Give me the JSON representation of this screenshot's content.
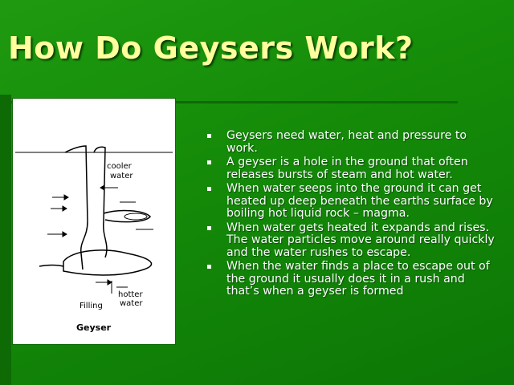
{
  "slide": {
    "title": "How Do Geysers Work?",
    "bullets": [
      "Geysers need water, heat and pressure to work.",
      "A geyser is a hole in the ground that often releases bursts of steam and hot water.",
      "When water seeps into the ground it can get heated up deep beneath the earths surface by boiling hot liquid rock – magma.",
      "When water gets heated it expands and rises. The water particles move around really quickly and the water rushes to escape.",
      "When the water finds a place to escape out of the ground it usually does it in a rush and that’s when a geyser is formed"
    ]
  },
  "diagram": {
    "label_cooler": "cooler",
    "label_water_top": "water",
    "label_hotter": "hotter",
    "label_water_bottom": "water",
    "label_filling": "Filling",
    "caption": "Geyser"
  },
  "colors": {
    "background": "#148a08",
    "title": "#ffff9e",
    "text": "#ffffff"
  }
}
